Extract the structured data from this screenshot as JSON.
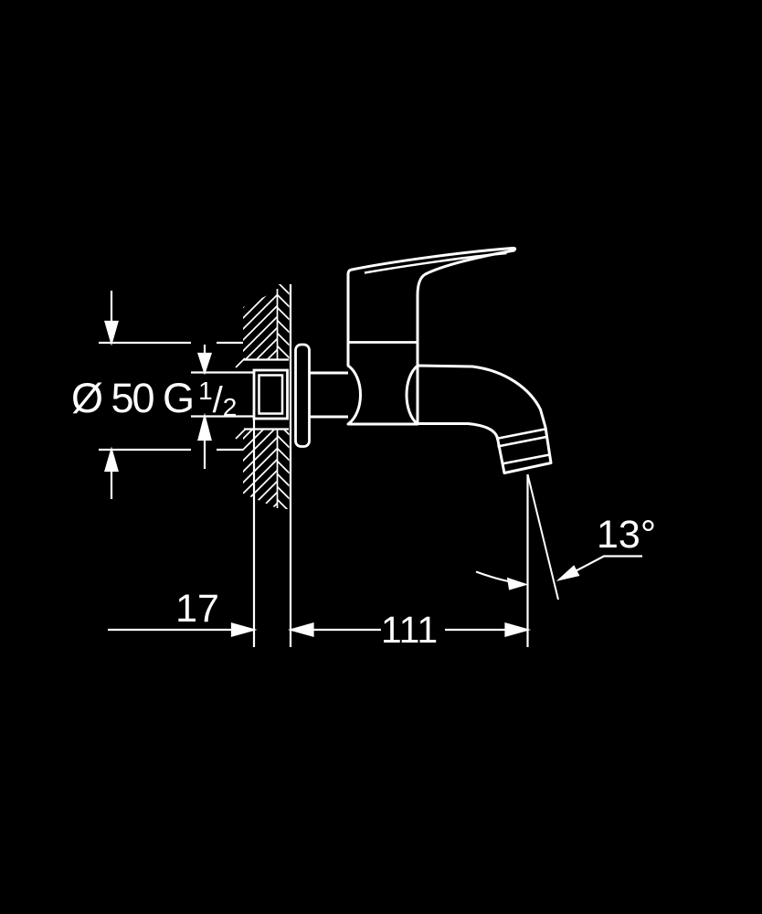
{
  "drawing": {
    "thread_label": {
      "prefix": "Ø 50 G",
      "numerator": "1",
      "slash": "/",
      "denominator": "2"
    },
    "depth_dim": "17",
    "reach_dim": "111",
    "angle_label": "13°"
  },
  "colors": {
    "background": "#000000",
    "line": "#ffffff"
  }
}
